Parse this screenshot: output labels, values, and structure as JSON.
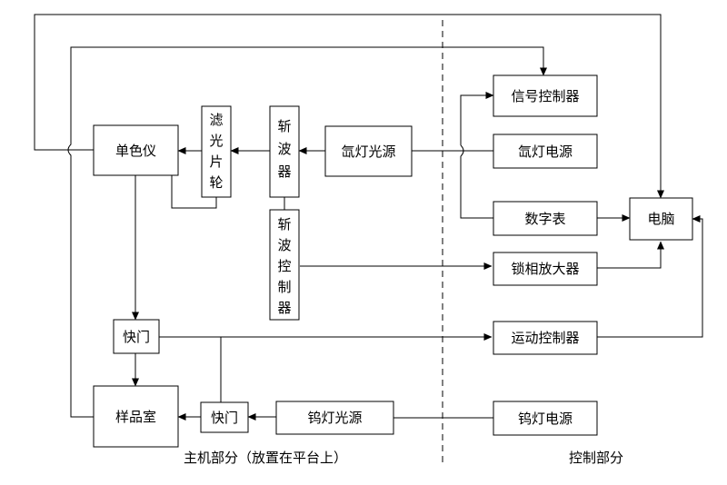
{
  "diagram": {
    "blocks": {
      "monochromator": "单色仪",
      "filter_wheel": [
        "滤",
        "光",
        "片",
        "轮"
      ],
      "chopper": [
        "斩",
        "波",
        "器"
      ],
      "chopper_controller": [
        "斩",
        "波",
        "控",
        "制",
        "器"
      ],
      "xenon_source": "氙灯光源",
      "shutter_main": "快门",
      "sample_chamber": "样品室",
      "shutter_small": "快门",
      "tungsten_source": "钨灯光源",
      "signal_controller": "信号控制器",
      "xenon_power": "氙灯电源",
      "digital_meter": "数字表",
      "computer": "电脑",
      "lockin_amplifier": "锁相放大器",
      "motion_controller": "运动控制器",
      "tungsten_power": "钨灯电源"
    },
    "captions": {
      "host": "主机部分（放置在平台上）",
      "control": "控制部分"
    }
  }
}
